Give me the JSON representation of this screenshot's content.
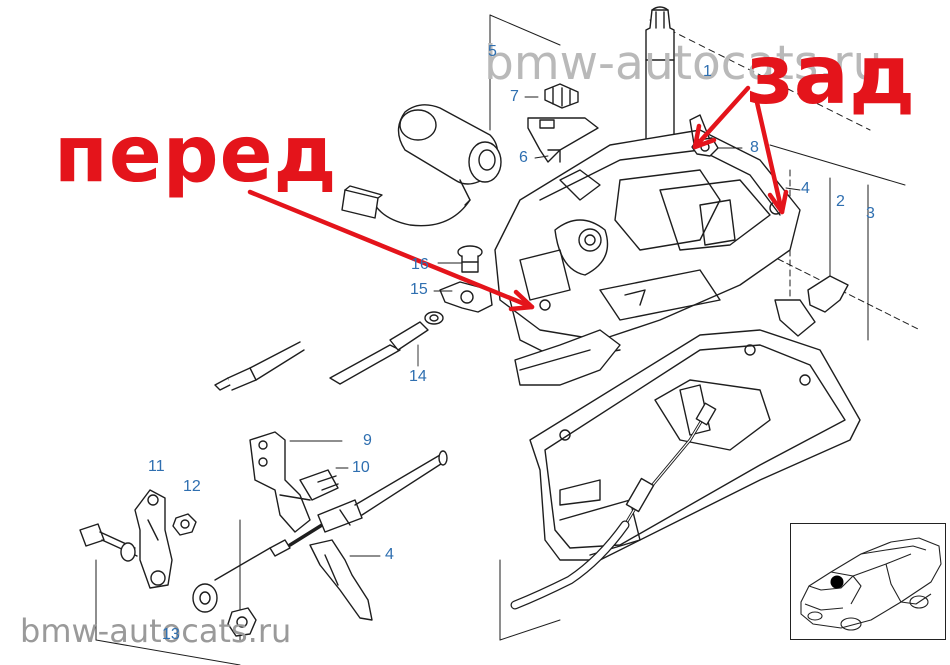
{
  "watermarks": {
    "top": "bmw-autocats.ru",
    "bottom": "bmw-autocats.ru"
  },
  "annotations": {
    "front": "перед",
    "rear": "зад"
  },
  "colors": {
    "annotation": "#e4141b",
    "callout": "#2f6fb0",
    "line": "#1e1e1e",
    "watermark": "#b9b9b9"
  },
  "callouts": {
    "n1": "1",
    "n2": "2",
    "n3": "3",
    "n4a": "4",
    "n4b": "4",
    "n5": "5",
    "n6": "6",
    "n7": "7",
    "n8": "8",
    "n9": "9",
    "n10": "10",
    "n11": "11",
    "n12": "12",
    "n13": "13",
    "n14": "14",
    "n15": "15",
    "n16": "16"
  },
  "icons": {
    "inset": "car-location-icon"
  }
}
